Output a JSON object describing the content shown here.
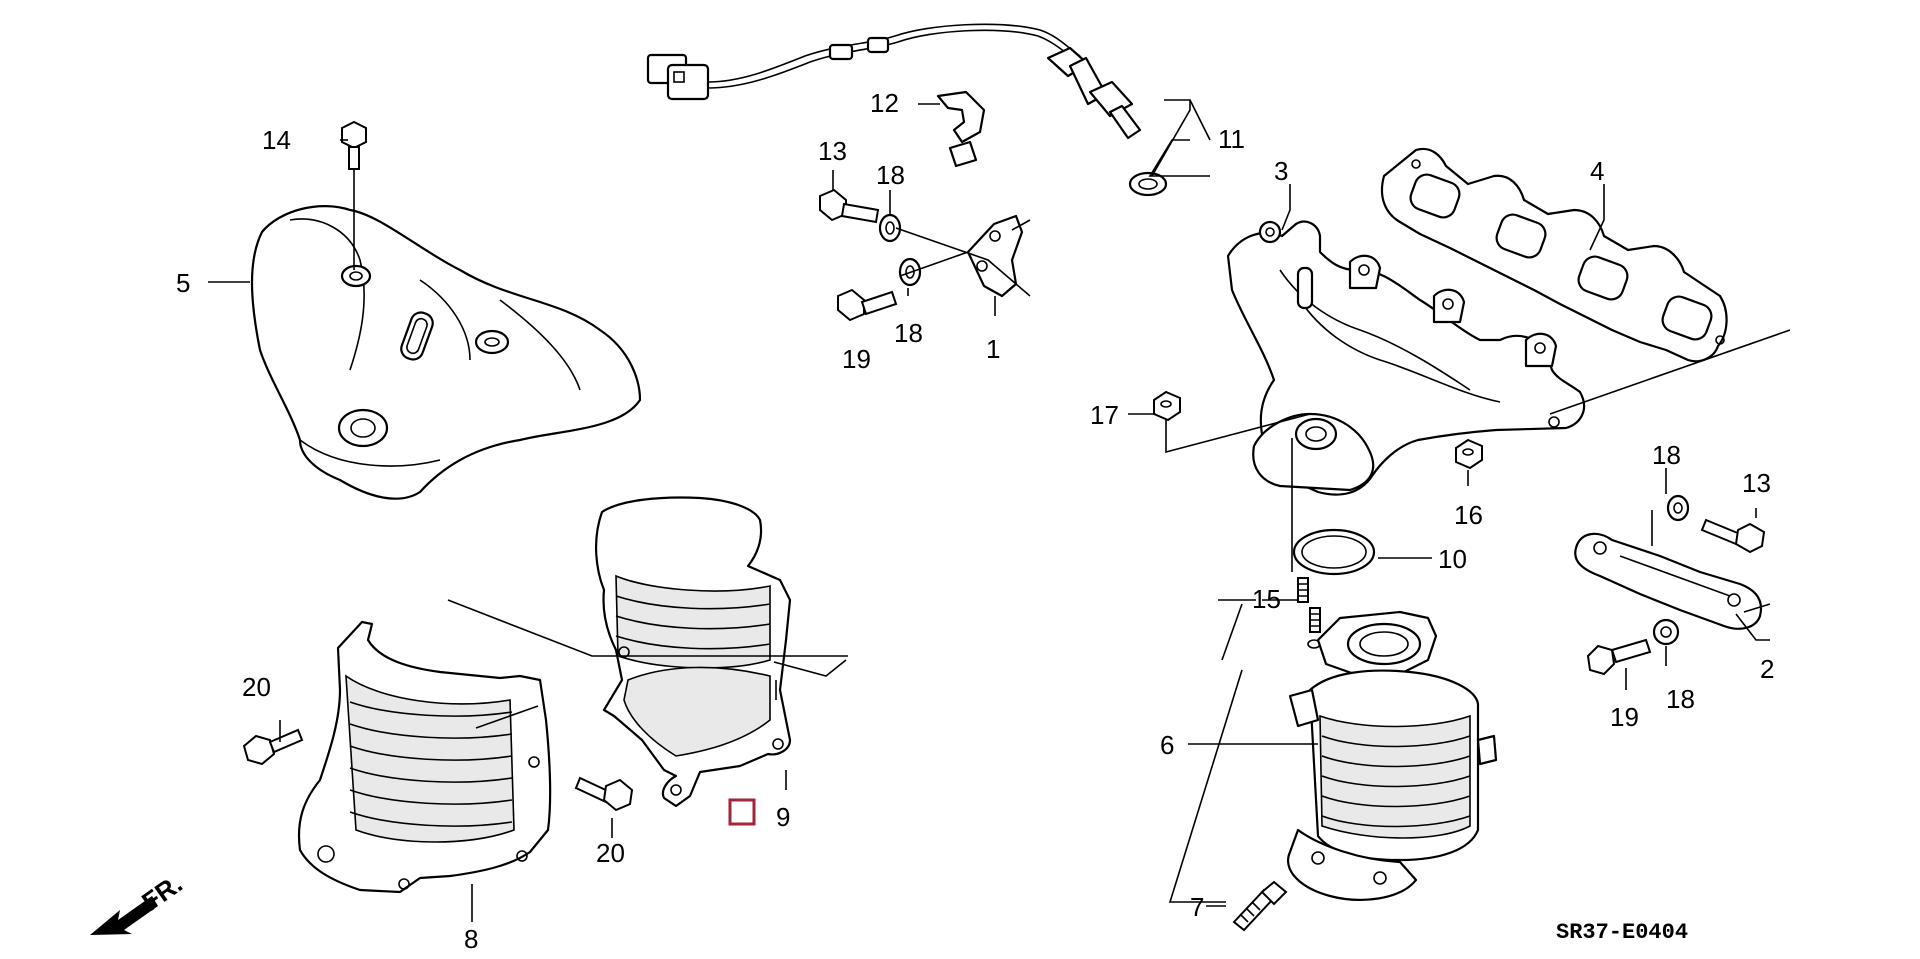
{
  "diagram": {
    "code": "SR37-E0404",
    "direction_label": "FR.",
    "colors": {
      "line": "#000000",
      "selection": "#a3243b",
      "background": "#ffffff"
    },
    "callouts": {
      "c1": "1",
      "c2": "2",
      "c3": "3",
      "c4": "4",
      "c5": "5",
      "c6": "6",
      "c7": "7",
      "c8": "8",
      "c9": "9",
      "c10": "10",
      "c11": "11",
      "c12": "12",
      "c13a": "13",
      "c13b": "13",
      "c14": "14",
      "c15": "15",
      "c16": "16",
      "c17": "17",
      "c18a": "18",
      "c18b": "18",
      "c18c": "18",
      "c18d": "18",
      "c19a": "19",
      "c19b": "19",
      "c20a": "20",
      "c20b": "20"
    }
  }
}
